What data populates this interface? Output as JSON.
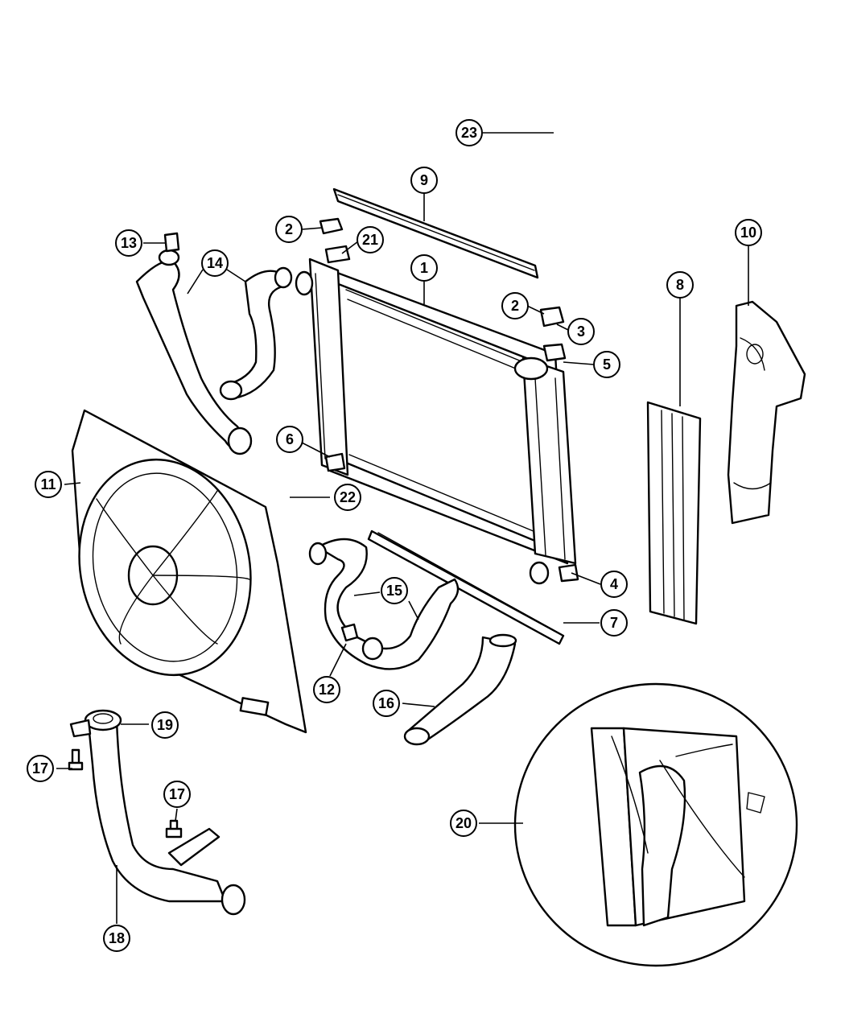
{
  "diagram": {
    "callouts": [
      {
        "id": "c1",
        "label": "1"
      },
      {
        "id": "c2a",
        "label": "2"
      },
      {
        "id": "c2b",
        "label": "2"
      },
      {
        "id": "c3",
        "label": "3"
      },
      {
        "id": "c4",
        "label": "4"
      },
      {
        "id": "c5",
        "label": "5"
      },
      {
        "id": "c6",
        "label": "6"
      },
      {
        "id": "c7",
        "label": "7"
      },
      {
        "id": "c8",
        "label": "8"
      },
      {
        "id": "c9",
        "label": "9"
      },
      {
        "id": "c10",
        "label": "10"
      },
      {
        "id": "c11",
        "label": "11"
      },
      {
        "id": "c12",
        "label": "12"
      },
      {
        "id": "c13",
        "label": "13"
      },
      {
        "id": "c14",
        "label": "14"
      },
      {
        "id": "c15",
        "label": "15"
      },
      {
        "id": "c16",
        "label": "16"
      },
      {
        "id": "c17a",
        "label": "17"
      },
      {
        "id": "c17b",
        "label": "17"
      },
      {
        "id": "c18",
        "label": "18"
      },
      {
        "id": "c19",
        "label": "19"
      },
      {
        "id": "c20",
        "label": "20"
      },
      {
        "id": "c21",
        "label": "21"
      },
      {
        "id": "c22",
        "label": "22"
      },
      {
        "id": "c23",
        "label": "23"
      }
    ]
  }
}
